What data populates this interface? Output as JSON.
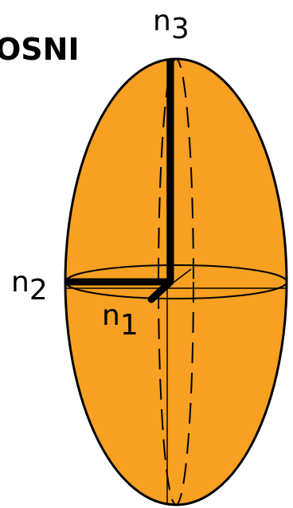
{
  "title_fragment": "OSNI",
  "axes": [
    {
      "id": "n3",
      "symbol": "n",
      "subscript": "3"
    },
    {
      "id": "n2",
      "symbol": "n",
      "subscript": "2"
    },
    {
      "id": "n1",
      "symbol": "n",
      "subscript": "1"
    }
  ],
  "colors": {
    "ellipsoid_fill": "#F7A021",
    "outline": "#000000",
    "background": "#FFFFFF"
  }
}
